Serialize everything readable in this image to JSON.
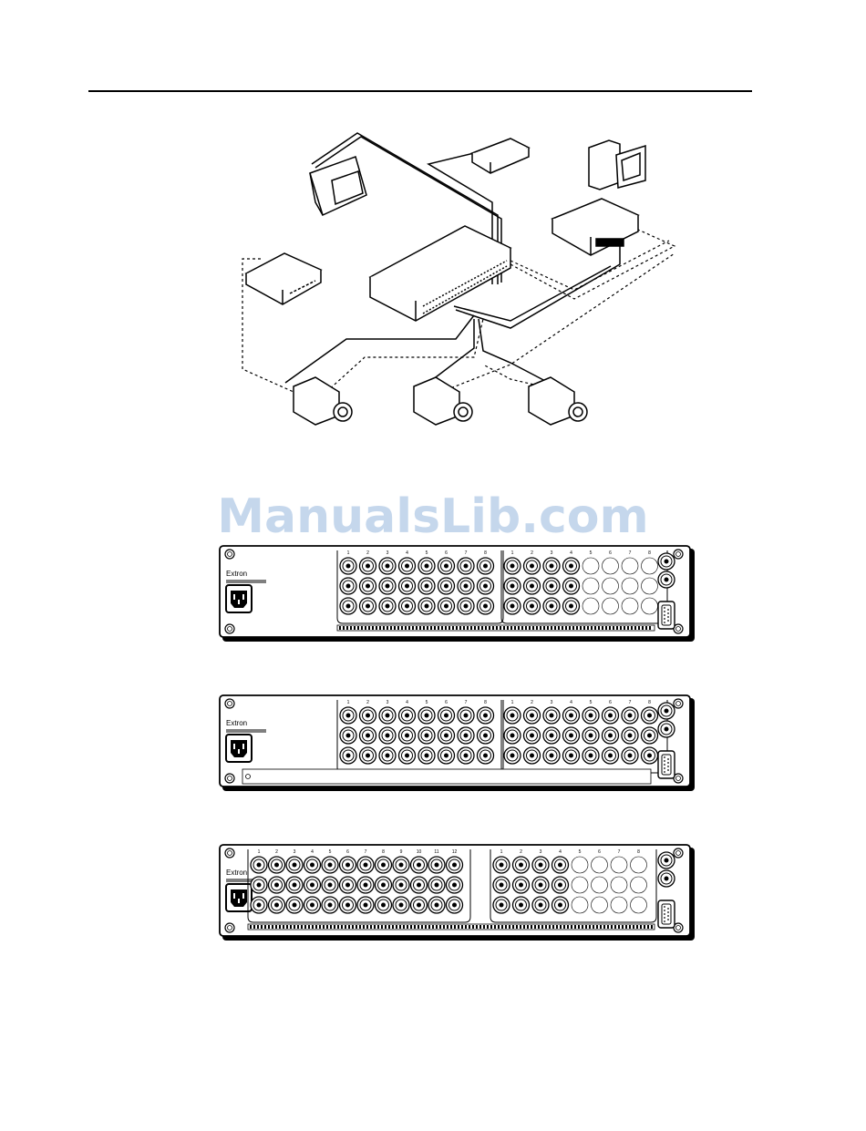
{
  "watermark": "ManualsLib.com",
  "panels": [
    {
      "brand": "Extron",
      "input_numbers": [
        "1",
        "2",
        "3",
        "4",
        "5",
        "6",
        "7",
        "8"
      ],
      "output_numbers": [
        "1",
        "2",
        "3",
        "4",
        "5",
        "6",
        "7",
        "8"
      ],
      "filled_output_columns": 4,
      "rows": 3,
      "has_terminal_strip": true
    },
    {
      "brand": "Extron",
      "input_numbers": [
        "1",
        "2",
        "3",
        "4",
        "5",
        "6",
        "7",
        "8"
      ],
      "output_numbers": [
        "1",
        "2",
        "3",
        "4",
        "5",
        "6",
        "7",
        "8"
      ],
      "filled_output_columns": 8,
      "rows": 3,
      "has_terminal_strip": false
    },
    {
      "brand": "Extron",
      "input_numbers": [
        "1",
        "2",
        "3",
        "4",
        "5",
        "6",
        "7",
        "8",
        "9",
        "10",
        "11",
        "12"
      ],
      "output_numbers": [
        "1",
        "2",
        "3",
        "4",
        "5",
        "6",
        "7",
        "8"
      ],
      "filled_output_columns": 4,
      "rows": 3,
      "has_terminal_strip": true
    }
  ]
}
